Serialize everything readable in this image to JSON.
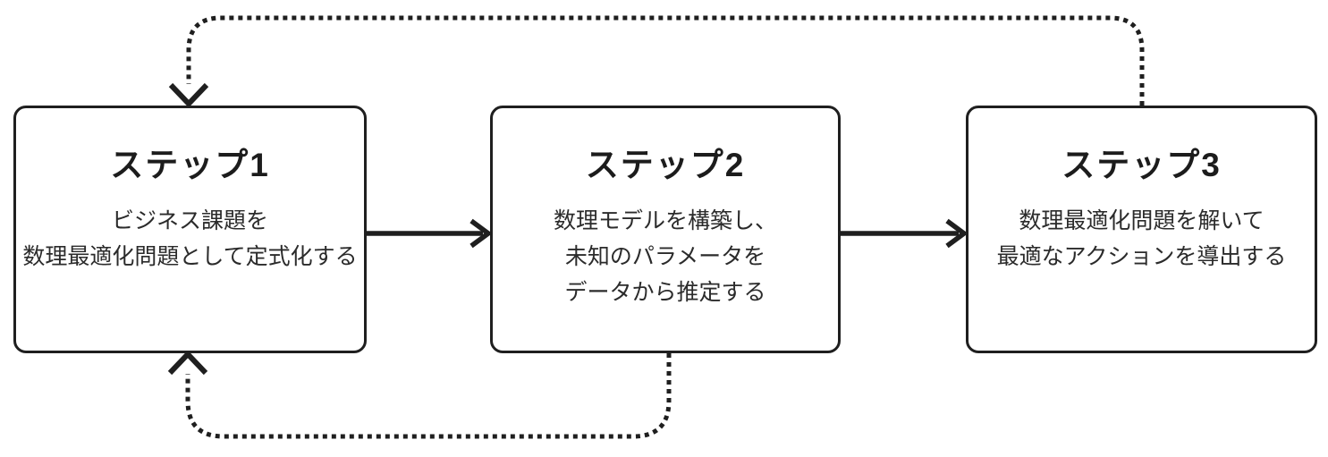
{
  "diagram": {
    "background_color": "#ffffff",
    "stroke_color": "#1f1f1f",
    "steps": [
      {
        "title": "ステップ1",
        "lines": [
          "ビジネス課題を",
          "数理最適化問題として定式化する"
        ]
      },
      {
        "title": "ステップ2",
        "lines": [
          "数理モデルを構築し、",
          "未知のパラメータを",
          "データから推定する"
        ]
      },
      {
        "title": "ステップ3",
        "lines": [
          "数理最適化問題を解いて",
          "最適なアクションを導出する"
        ]
      }
    ],
    "connections": [
      {
        "from": "ステップ1",
        "to": "ステップ2",
        "style": "solid"
      },
      {
        "from": "ステップ2",
        "to": "ステップ3",
        "style": "solid"
      },
      {
        "from": "ステップ3",
        "to": "ステップ1",
        "style": "dotted",
        "route": "top"
      },
      {
        "from": "ステップ2",
        "to": "ステップ1",
        "style": "dotted",
        "route": "bottom"
      }
    ]
  }
}
